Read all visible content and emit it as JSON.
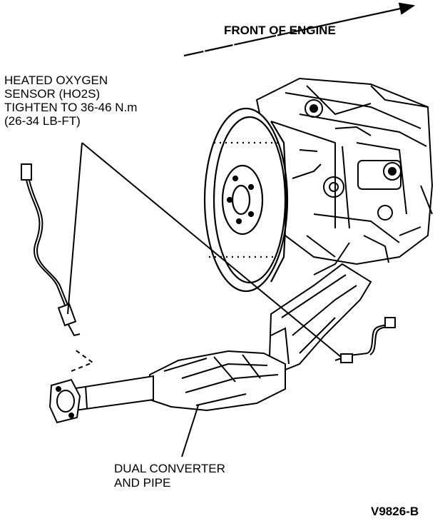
{
  "labels": {
    "front_of_engine": "FRONT OF ENGINE",
    "sensor_lines": [
      "HEATED OXYGEN",
      "SENSOR (HO2S)",
      "TIGHTEN TO 36-46 N.m",
      "(26-34 LB-FT)"
    ],
    "converter_lines": [
      "DUAL CONVERTER",
      "AND PIPE"
    ],
    "figure_code": "V9826-B"
  },
  "colors": {
    "ink": "#000000",
    "paper": "#ffffff"
  }
}
